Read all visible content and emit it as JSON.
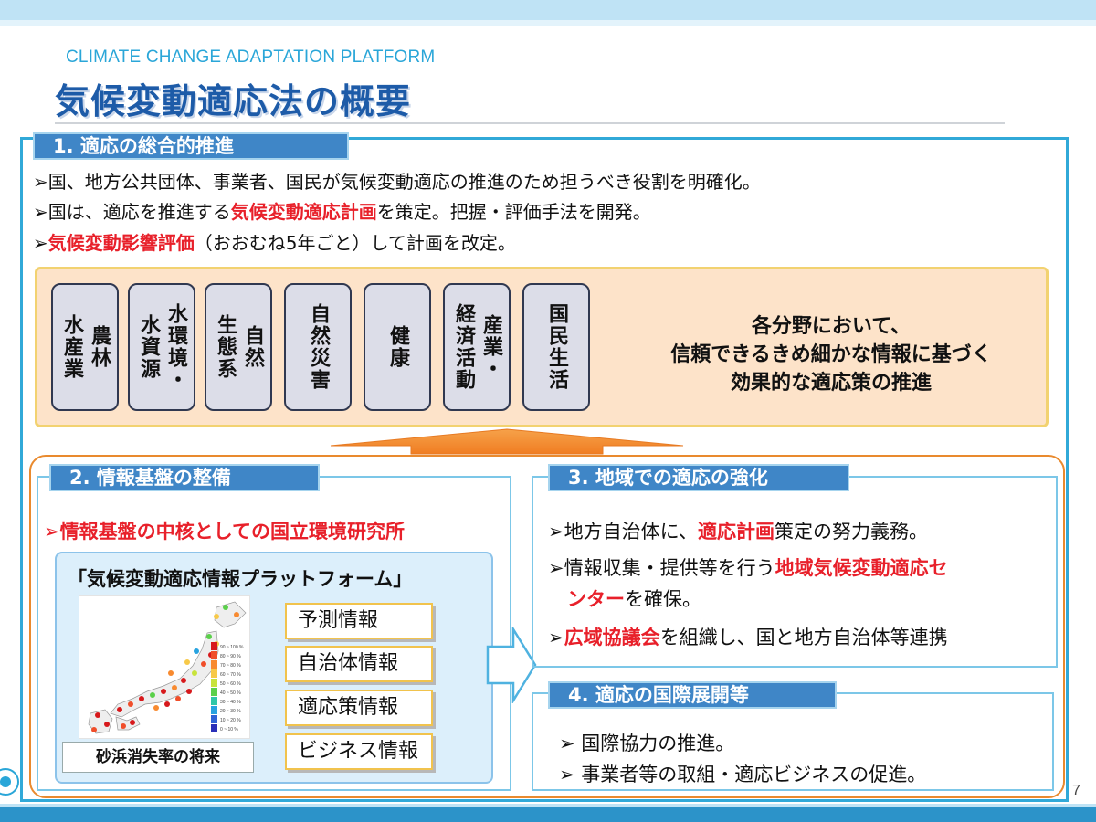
{
  "brand": "CLIMATE CHANGE ADAPTATION PLATFORM",
  "title": "気候変動適応法の概要",
  "sec1": {
    "tab": "1. 適応の総合的推進",
    "lines": [
      {
        "bullet": "➢",
        "pre": "国、地方公共団体、事業者、国民が気候変動適応の推進のため担うべき役割を明確化。",
        "red": "",
        "post": ""
      },
      {
        "bullet": "➢",
        "pre": "国は、適応を推進する",
        "red": "気候変動適応計画",
        "post": "を策定。把握・評価手法を開発。"
      },
      {
        "bullet": "➢",
        "pre": "",
        "red": "気候変動影響評価",
        "post": "（おおむね5年ごと）して計画を改定。"
      }
    ]
  },
  "sectors": [
    {
      "cols": [
        "農林",
        "水産業"
      ]
    },
    {
      "cols": [
        "水環境・",
        "水資源"
      ]
    },
    {
      "cols": [
        "自然",
        "生態系"
      ]
    },
    {
      "cols": [
        "自然災害"
      ]
    },
    {
      "cols": [
        "健康"
      ]
    },
    {
      "cols": [
        "産業・",
        "経済活動"
      ]
    },
    {
      "cols": [
        "国民生活"
      ]
    }
  ],
  "sector_text": [
    "各分野において、",
    "信頼できるきめ細かな情報に基づく",
    "効果的な適応策の推進"
  ],
  "sec2": {
    "tab": "2. 情報基盤の整備",
    "lead": "➢情報基盤の中核としての国立環境研究所",
    "platform_title": "「気候変動適応情報プラットフォーム」",
    "map_caption": "砂浜消失率の将来",
    "legend": [
      "90 ~ 100 %",
      "80 ~ 90 %",
      "70 ~ 80 %",
      "60 ~ 70 %",
      "50 ~ 60 %",
      "40 ~ 50 %",
      "30 ~ 40 %",
      "20 ~ 30 %",
      "10 ~ 20 %",
      "0 ~ 10 %"
    ],
    "legend_colors": [
      "#d7191c",
      "#f04e2a",
      "#f88a2f",
      "#f7c948",
      "#c8e33b",
      "#5bd04a",
      "#2fc7a8",
      "#28a3e0",
      "#2e63d6",
      "#2a2fb8"
    ],
    "info_items": [
      "予測情報",
      "自治体情報",
      "適応策情報",
      "ビジネス情報"
    ]
  },
  "sec3": {
    "tab": "3. 地域での適応の強化",
    "lines": [
      {
        "pre": "➢地方自治体に、",
        "red": "適応計画",
        "post": "策定の努力義務。"
      },
      {
        "pre": "➢情報収集・提供等を行う",
        "red": "地域気候変動適応セ",
        "post": ""
      },
      {
        "pre": "　",
        "red": "ンター",
        "post": "を確保。"
      },
      {
        "pre": "➢",
        "red": "広域協議会",
        "post": "を組織し、国と地方自治体等連携"
      }
    ]
  },
  "sec4": {
    "tab": "4. 適応の国際展開等",
    "lines": [
      "➢ 国際協力の推進。",
      "➢ 事業者等の取組・適応ビジネスの促進。"
    ]
  },
  "page_number": "7"
}
